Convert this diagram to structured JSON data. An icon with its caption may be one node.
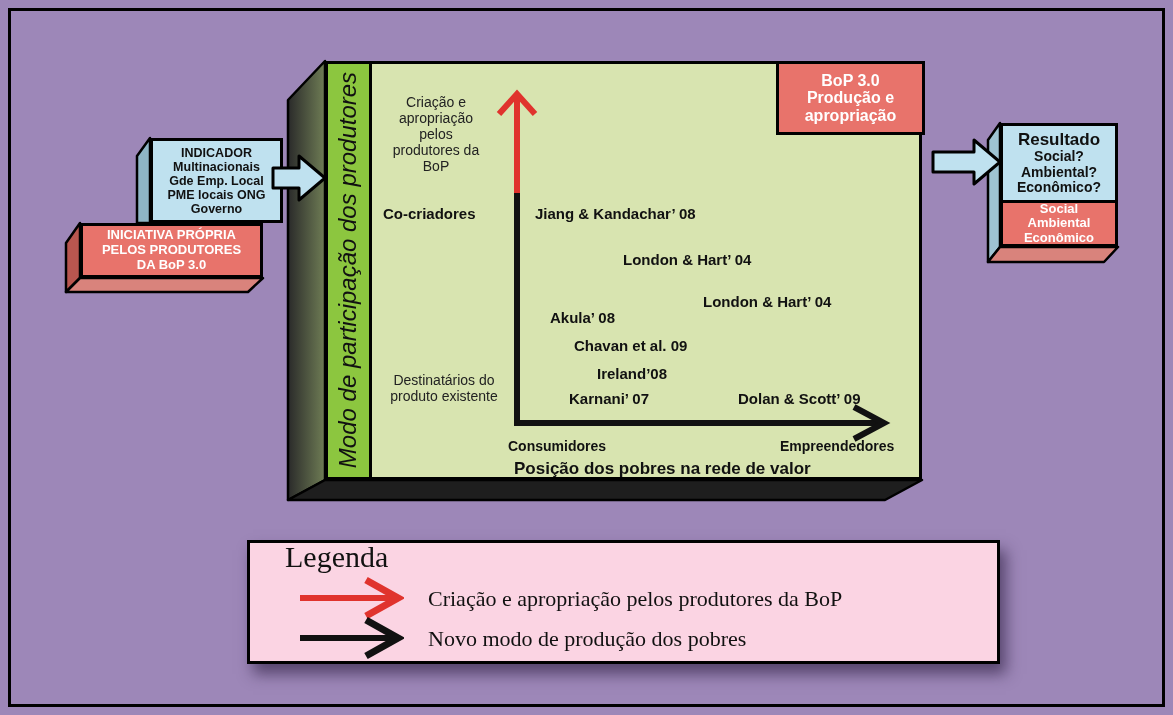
{
  "diagram": {
    "nodes": [
      {
        "text": [
          "INDICADOR",
          "Multinacionais Gde Emp. Local PME locais ONG Governo"
        ]
      },
      {
        "text": [
          "INICIATIVA PRÓPRIA PELOS PRODUTORES DA BoP 3.0"
        ]
      },
      {
        "text": [
          "Modo de participação dos produtores"
        ]
      },
      {
        "text": [
          "BoP 3.0 Produção e apropriação"
        ],
        "in": 2
      },
      {
        "text": [
          "Resultado",
          "Social? Ambiental? Econômico?"
        ]
      },
      {
        "text": [
          "Social Ambiental Econômico"
        ]
      }
    ],
    "edges": [
      {
        "from": 0,
        "to": 2,
        "arrow": "to"
      },
      {
        "from": 2,
        "to": 4,
        "arrow": "to"
      }
    ],
    "labels": [
      "Criação e apropriação pelos produtores da BoP",
      "Co-criadores",
      "Jiang & Kandachar’ 08",
      "London & Hart’ 04",
      "London & Hart’ 04",
      "Akula’ 08",
      "Chavan et al. 09",
      "Ireland’08",
      "Destinatários do produto existente",
      "Karnani’ 07",
      "Dolan & Scott’ 09",
      "Consumidores",
      "Empreendedores",
      "Posição dos pobres na rede de valor",
      "Legenda"
    ],
    "legend": [
      {
        "text": "Criação e apropriação pelos produtores da BoP"
      },
      {
        "text": "Novo modo de produção dos pobres"
      }
    ]
  }
}
